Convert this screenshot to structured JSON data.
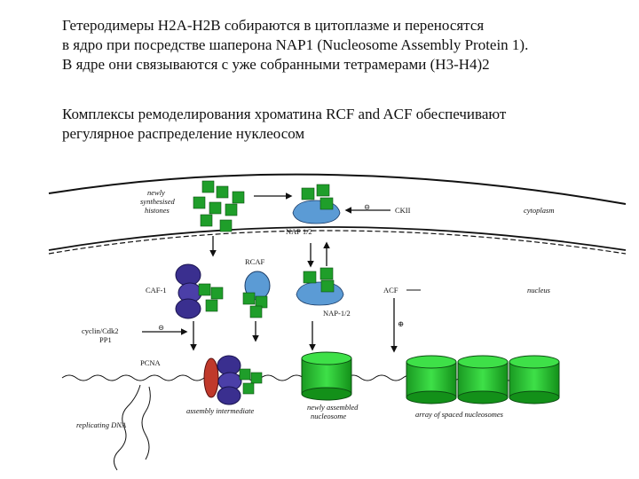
{
  "text": {
    "paragraph1": [
      "Гетеродимеры H2A-H2B собираются в цитоплазме и переносятся",
      "в ядро при посредстве шаперона NAP1 (Nucleosome Assembly Protein 1).",
      "В ядре они связываются с уже собранными тетрамерами (H3-H4)2"
    ],
    "paragraph2": [
      "Комплексы ремоделирования хроматина RCF and ACF обеспечивают",
      "регулярное распределение нуклеосом"
    ]
  },
  "diagram": {
    "labels": {
      "newly": "newly",
      "synthesised": "synthesised",
      "histones": "histones",
      "nap12_top": "NAP 1/2",
      "ckii": "CKII",
      "cytoplasm": "cytoplasm",
      "rcaf": "RCAF",
      "caf1": "CAF-1",
      "nap12_mid": "NAP-1/2",
      "acf": "ACF",
      "nucleus": "nucleus",
      "cyclin1": "cyclin/Cdk2",
      "cyclin2": "PP1",
      "pcna": "PCNA",
      "assembly": "assembly intermediate",
      "newly_assembled1": "newly assembled",
      "newly_assembled2": "nucleosome",
      "array": "array of spaced nucleosomes",
      "replicating": "replicating DNA",
      "minus": "⊝",
      "plus": "⊕"
    },
    "colors": {
      "histone": "#1f9e2a",
      "histone_stroke": "#0c4d12",
      "nucleosome": "#22c02a",
      "nap": "#5b9bd5",
      "caf": "#3a2f8f",
      "pcna": "#c0392b"
    }
  }
}
